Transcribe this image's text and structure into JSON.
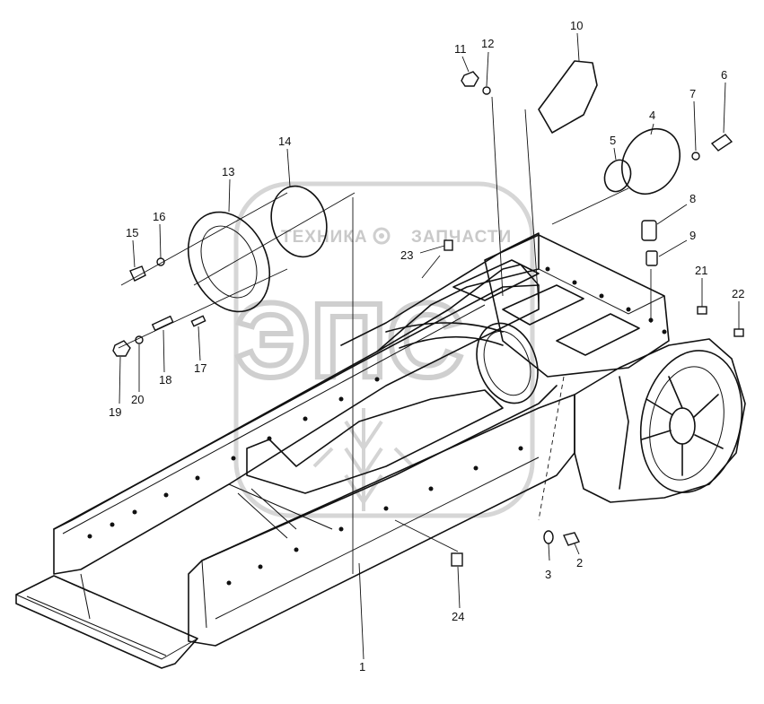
{
  "watermark": {
    "left_text": "ТЕХНИКА",
    "right_text": "ЗАПЧАСТИ",
    "logo_letters": "ЭПС"
  },
  "callouts": [
    {
      "id": "c1",
      "label": "1"
    },
    {
      "id": "c2",
      "label": "2"
    },
    {
      "id": "c3",
      "label": "3"
    },
    {
      "id": "c4",
      "label": "4"
    },
    {
      "id": "c5",
      "label": "5"
    },
    {
      "id": "c6",
      "label": "6"
    },
    {
      "id": "c7",
      "label": "7"
    },
    {
      "id": "c8",
      "label": "8"
    },
    {
      "id": "c9",
      "label": "9"
    },
    {
      "id": "c10",
      "label": "10"
    },
    {
      "id": "c11",
      "label": "11"
    },
    {
      "id": "c12",
      "label": "12"
    },
    {
      "id": "c13",
      "label": "13"
    },
    {
      "id": "c14",
      "label": "14"
    },
    {
      "id": "c15",
      "label": "15"
    },
    {
      "id": "c16",
      "label": "16"
    },
    {
      "id": "c17",
      "label": "17"
    },
    {
      "id": "c18",
      "label": "18"
    },
    {
      "id": "c19",
      "label": "19"
    },
    {
      "id": "c20",
      "label": "20"
    },
    {
      "id": "c21",
      "label": "21"
    },
    {
      "id": "c22",
      "label": "22"
    },
    {
      "id": "c23",
      "label": "23"
    },
    {
      "id": "c24",
      "label": "24"
    }
  ]
}
